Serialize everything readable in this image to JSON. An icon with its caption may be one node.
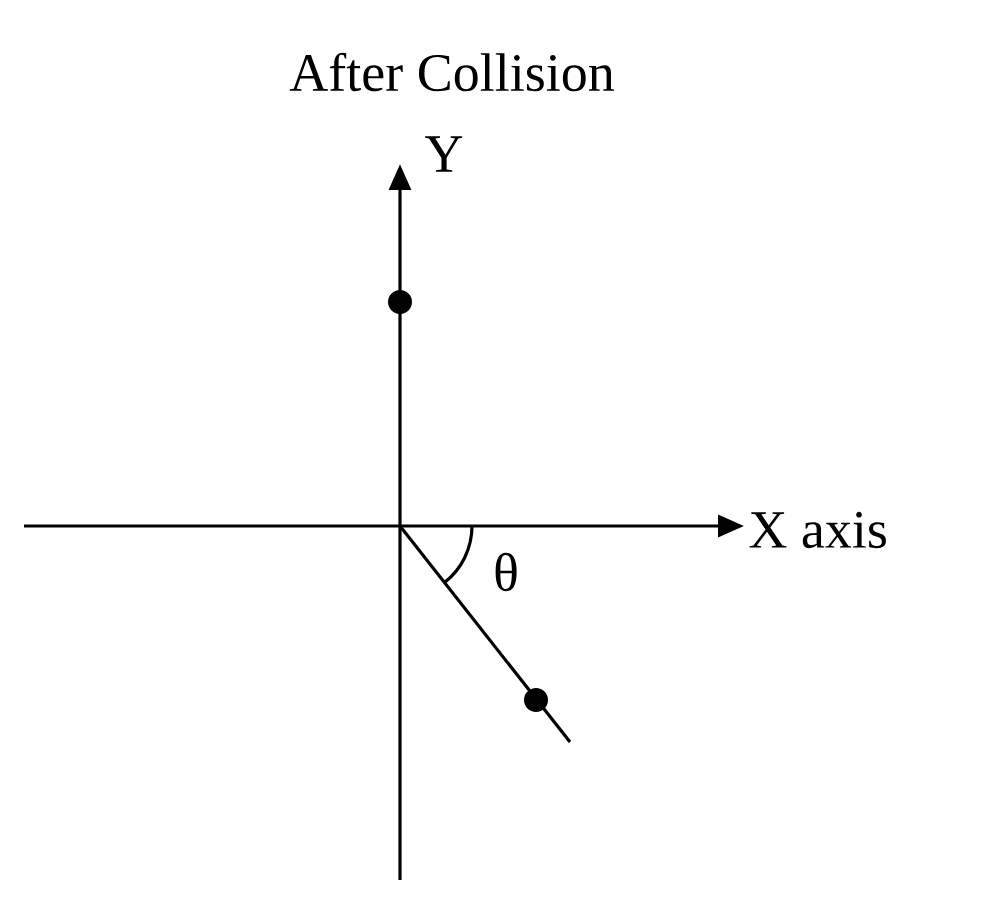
{
  "diagram": {
    "title": "After Collision",
    "labels": [
      "Y",
      "X axis",
      "θ"
    ]
  }
}
